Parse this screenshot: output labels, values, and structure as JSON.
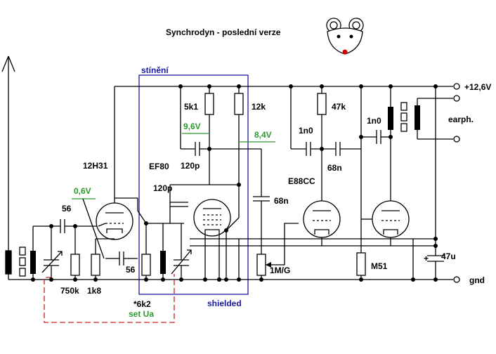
{
  "title": "Synchrodyn - poslední verze",
  "labels": {
    "shield_top": "stínění",
    "shield_bottom": "shielded",
    "supply": "+12,6V",
    "ground": "gnd",
    "earphones": "earph.",
    "tube1": "12H31",
    "tube2": "EF80",
    "tube3": "E88CC",
    "set_ua": "set Ua",
    "star_6k2": "*6k2"
  },
  "voltages": {
    "v1": "0,6V",
    "v2": "9,6V",
    "v3": "8,4V"
  },
  "components": {
    "r_5k1": "5k1",
    "r_12k": "12k",
    "r_47k": "47k",
    "r_750k": "750k",
    "r_1k8": "1k8",
    "r_m51": "M51",
    "pot_1m": "1M/G",
    "c_56a": "56",
    "c_56b": "56",
    "c_120p_a": "120p",
    "c_120p_b": "120p",
    "c_68n_a": "68n",
    "c_68n_b": "68n",
    "c_1n0_a": "1n0",
    "c_1n0_b": "1n0",
    "c_47u": "47u",
    "plus": "+"
  },
  "colors": {
    "wire": "#000000",
    "shield": "#1a1aa0",
    "voltage_text": "#2e9a2e",
    "linkage": "#cc2020",
    "mouse_nose": "#cc0000"
  }
}
